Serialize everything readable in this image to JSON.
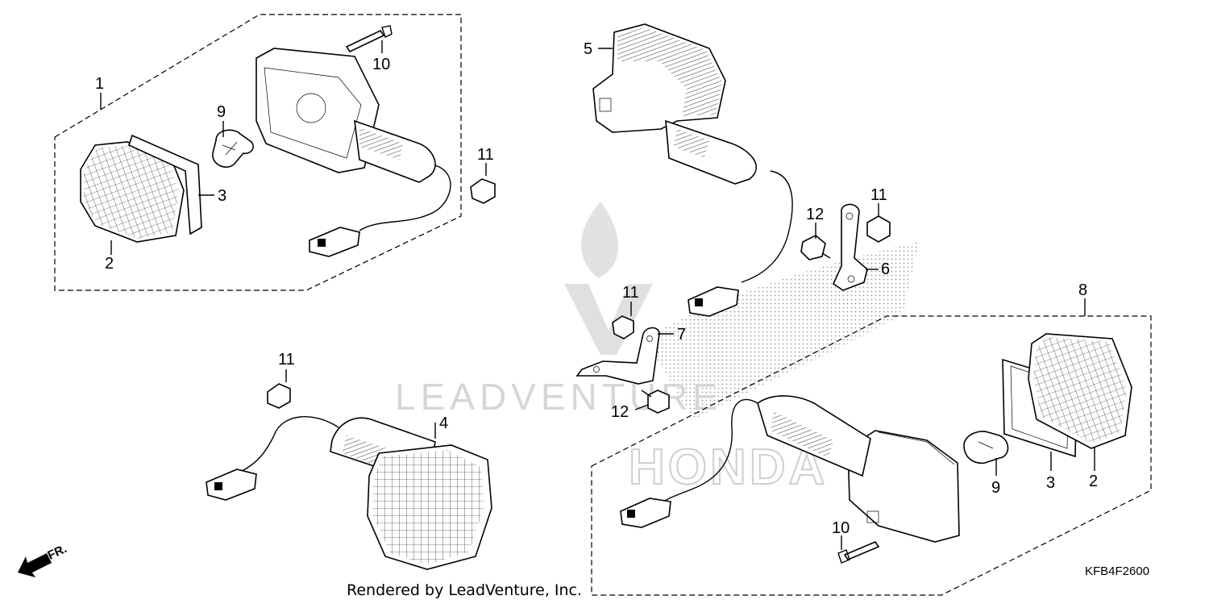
{
  "callouts": {
    "c1": "1",
    "c2a": "2",
    "c3a": "3",
    "c9a": "9",
    "c10a": "10",
    "c11a": "11",
    "c5": "5",
    "c12a": "12",
    "c11b": "11",
    "c6": "6",
    "c11c": "11",
    "c7": "7",
    "c12b": "12",
    "c11d": "11",
    "c4": "4",
    "c8": "8",
    "c9b": "9",
    "c3b": "3",
    "c2b": "2",
    "c10b": "10"
  },
  "direction": {
    "label": "FR."
  },
  "diagram_code": "KFB4F2600",
  "credit": "Rendered by LeadVenture, Inc.",
  "watermark": {
    "text": "LEADVENTURE",
    "brand": "HONDA"
  }
}
